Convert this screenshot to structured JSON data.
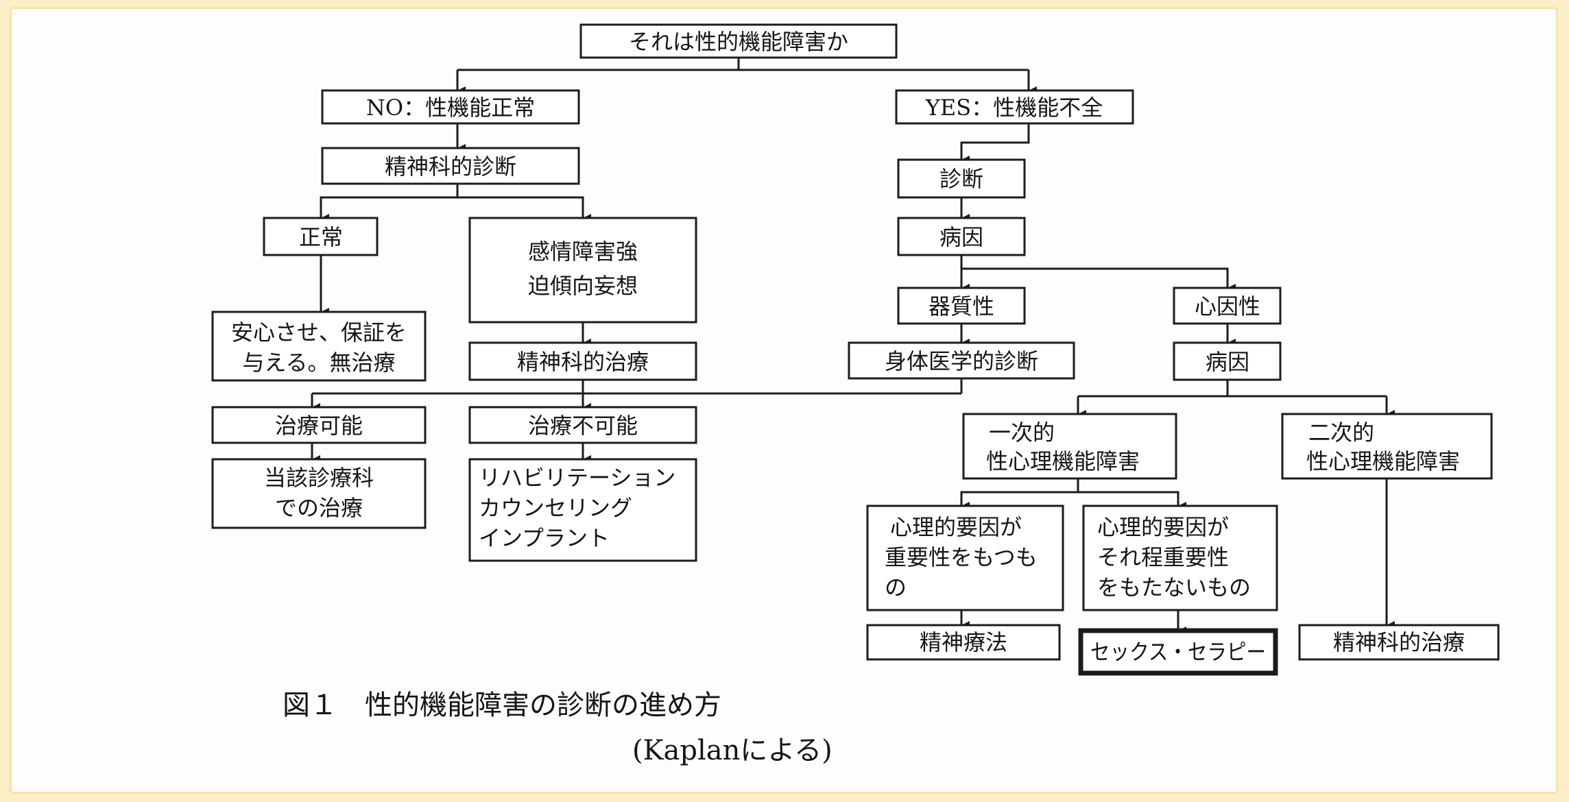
{
  "nodes": {
    "n_root": "それは性的機能障害か",
    "n_no": "NO：性機能正常",
    "n_yes": "YES：性機能不全",
    "n_psych_dx": "精神科的診断",
    "n_normal": "正常",
    "n_affective": [
      "感情障害強",
      "迫傾向妄想"
    ],
    "n_reassure": [
      "安心させ、保証を",
      "与える。無治療"
    ],
    "n_psych_tx1": "精神科的治療",
    "n_treatable": "治療可能",
    "n_untreatable": "治療不可能",
    "n_dept_tx": [
      "当該診療科",
      "での治療"
    ],
    "n_rehab": [
      "リハビリテーション",
      "カウンセリング",
      "インプラント"
    ],
    "n_dx": "診断",
    "n_cause1": "病因",
    "n_organic": "器質性",
    "n_psychogenic": "心因性",
    "n_body_dx": "身体医学的診断",
    "n_cause2": "病因",
    "n_primary": [
      "一次的",
      "性心理機能障害"
    ],
    "n_secondary": [
      "二次的",
      "性心理機能障害"
    ],
    "n_important": [
      "心理的要因が",
      "重要性をもつも",
      "の"
    ],
    "n_not_important": [
      "心理的要因が",
      "それ程重要性",
      "をもたないもの"
    ],
    "n_psychotherapy": "精神療法",
    "n_sex_therapy": "セックス・セラピー",
    "n_psych_tx2": "精神科的治療"
  },
  "caption": {
    "figure": "図１　性的機能障害の診断の進め方",
    "source": "(Kaplanによる)"
  }
}
